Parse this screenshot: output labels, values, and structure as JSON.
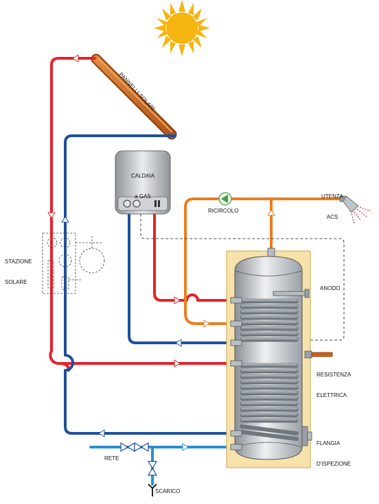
{
  "labels": {
    "solar_panels": "PANNELLI SOLARI",
    "boiler_line1": "CALDAIA",
    "boiler_line2": "a GAS",
    "recirculation": "RICIRCOLO",
    "dhw_use_line1": "UTENZA",
    "dhw_use_line2": "ACS",
    "solar_station_line1": "STAZIONE",
    "solar_station_line2": "SOLARE",
    "anode": "ANODO",
    "heater_line1": "RESISTENZA",
    "heater_line2": "ELETTRICA",
    "flange_line1": "FLANGIA",
    "flange_line2": "D'ISPEZIONE",
    "mains": "RETE",
    "drain": "SCARICO"
  },
  "colors": {
    "hot_pipe": "#e8202a",
    "cold_pipe": "#1e4f9e",
    "dhw_pipe": "#ec7c1e",
    "mains_pipe": "#2a8fd0",
    "sun": "#f5b40f",
    "panel": "#c8641a",
    "tank_insulation": "#f6e2aa",
    "coil": "#9aa1a8"
  },
  "icons": {
    "sun": "sun-icon",
    "shower": "shower-head-icon",
    "pump": "circulation-pump-icon",
    "valve": "valve-icon"
  }
}
